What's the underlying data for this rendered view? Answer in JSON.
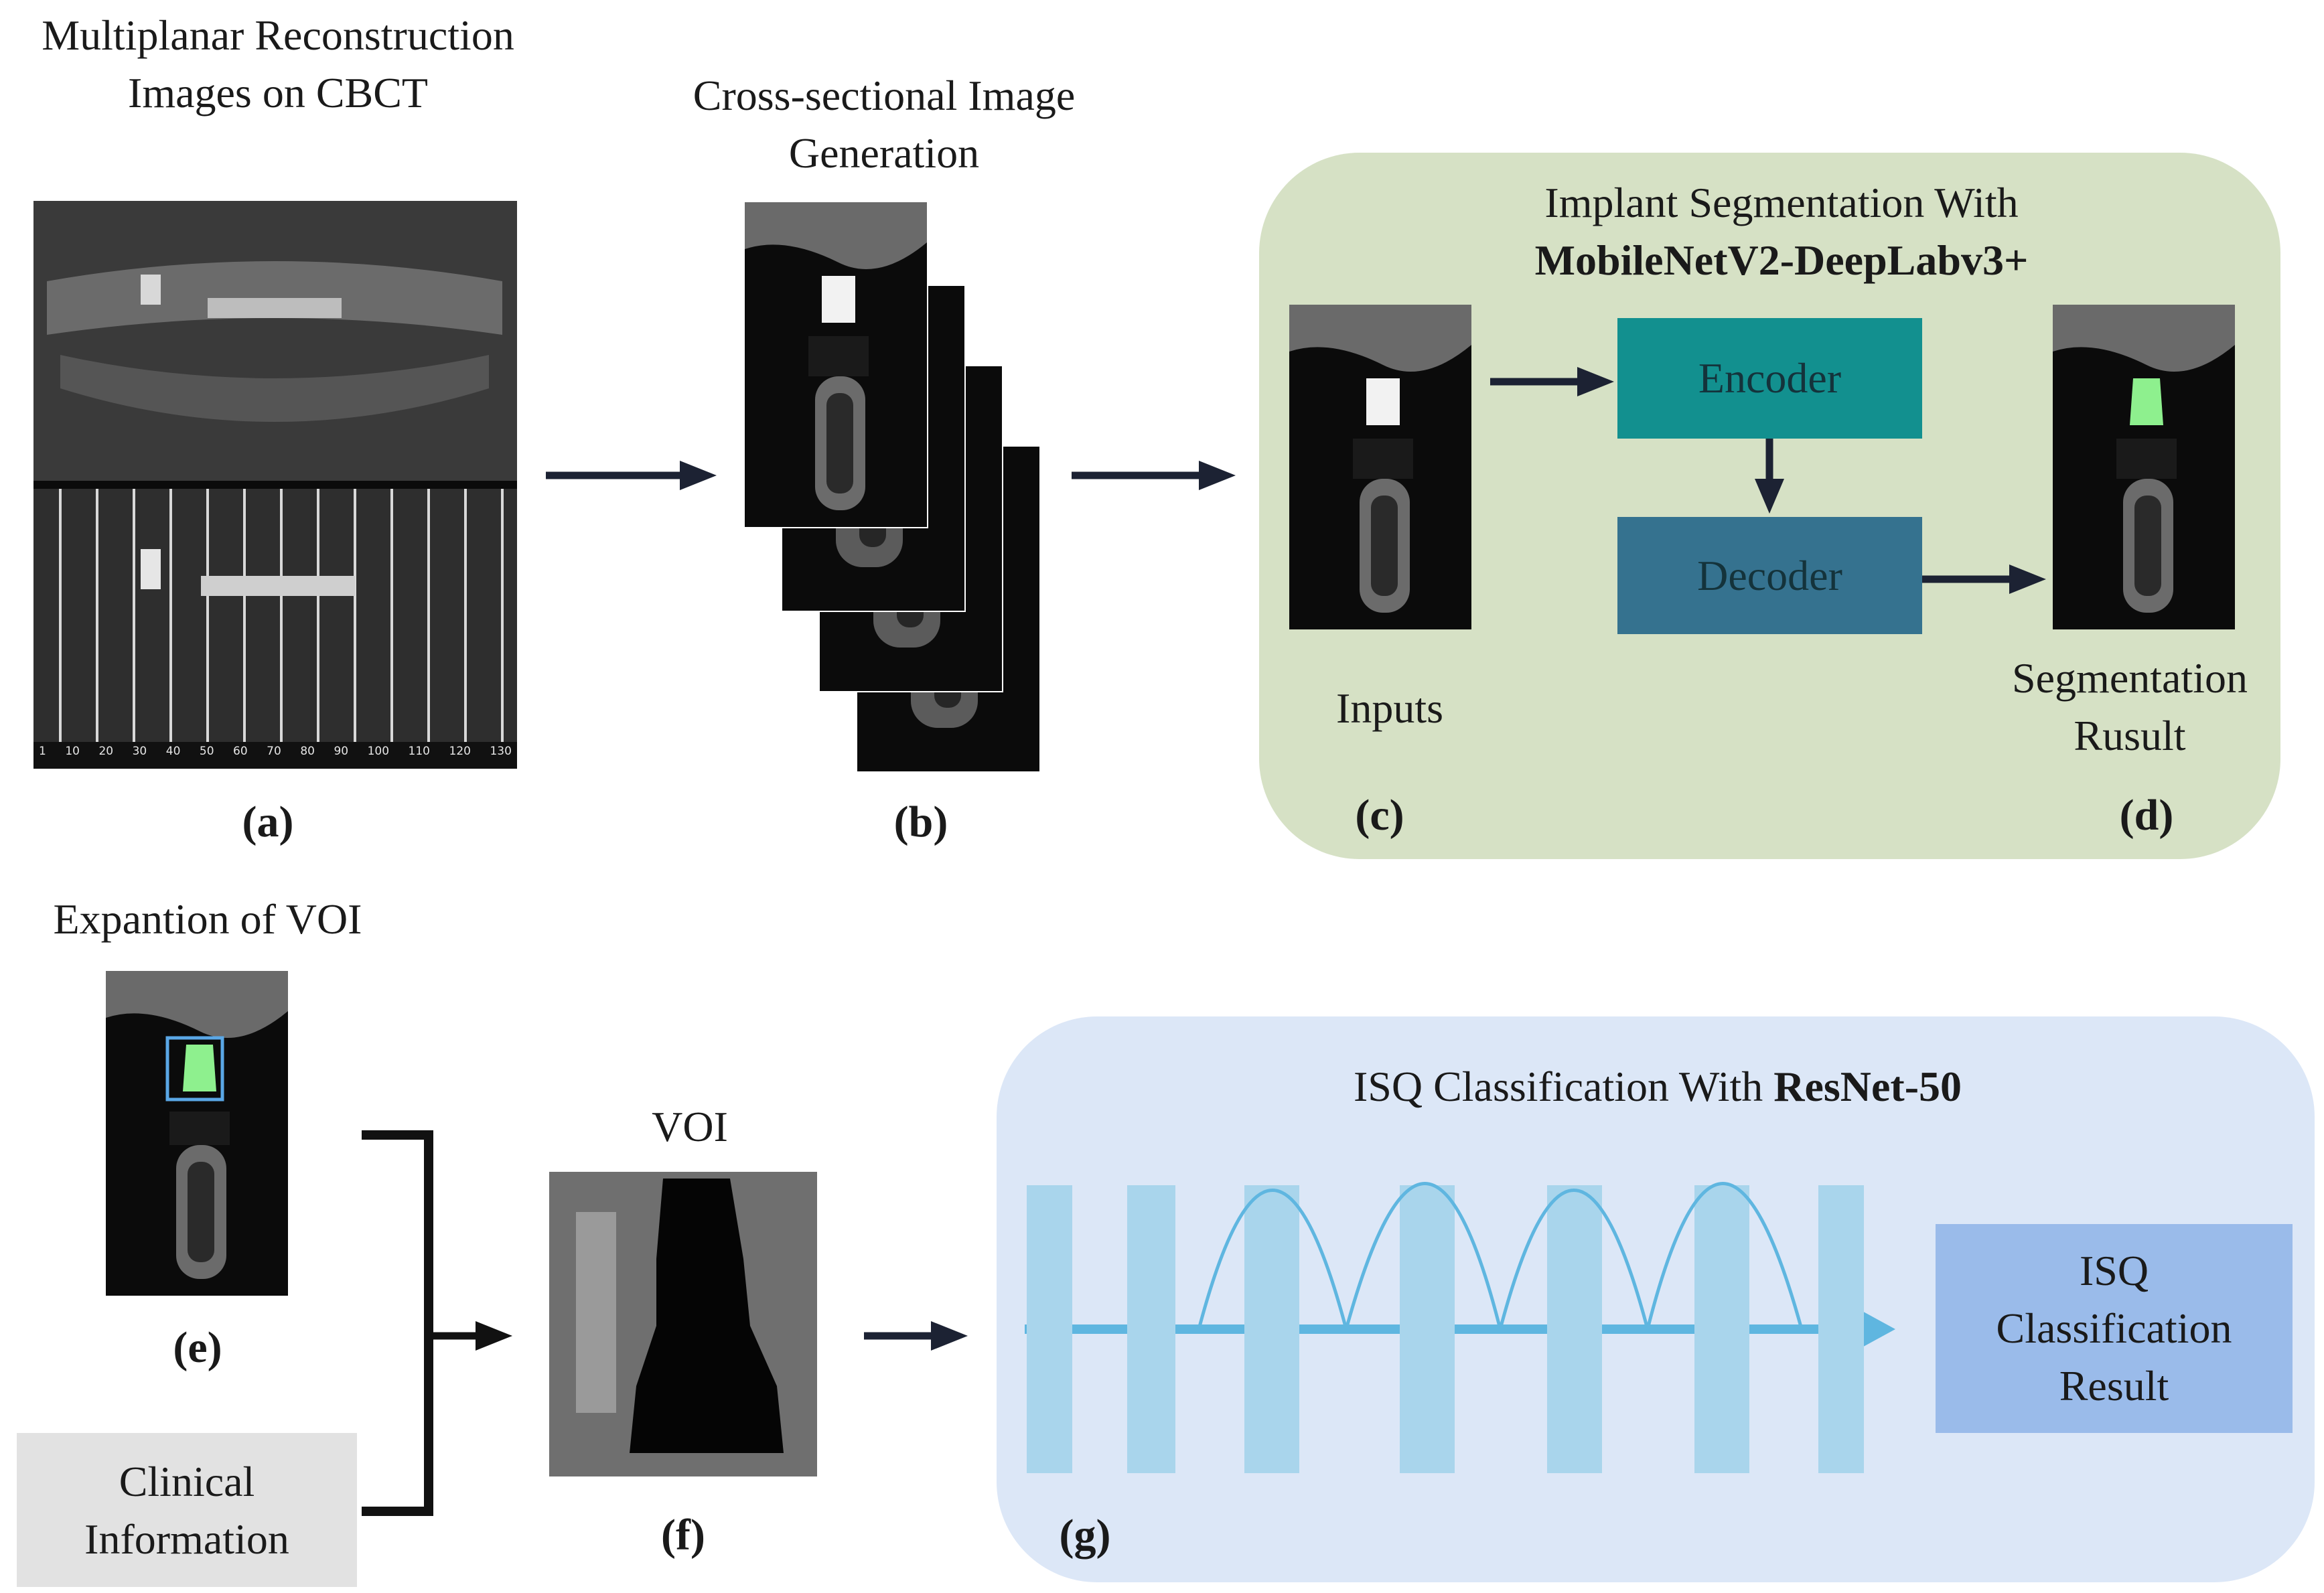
{
  "stages": {
    "a": {
      "title": "Multiplanar Reconstruction Images on CBCT",
      "label": "(a)",
      "ruler": [
        "1",
        "10",
        "20",
        "30",
        "40",
        "50",
        "60",
        "70",
        "80",
        "90",
        "100",
        "110",
        "120",
        "130"
      ]
    },
    "b": {
      "title": "Cross-sectional Image Generation",
      "label": "(b)"
    },
    "c": {
      "input_caption": "Inputs",
      "label": "(c)"
    },
    "d": {
      "result_caption": "Segmentation Rusult",
      "label": "(d)"
    },
    "e": {
      "title": "Expantion of  VOI",
      "label": "(e)"
    },
    "f": {
      "title": "VOI",
      "label": "(f)"
    },
    "g": {
      "label": "(g)"
    }
  },
  "segmentation_panel": {
    "title_line1": "Implant Segmentation With",
    "title_line2": "MobileNetV2-DeepLabv3+",
    "encoder": "Encoder",
    "decoder": "Decoder",
    "color": "#d6e1c5"
  },
  "classification_panel": {
    "title_prefix": "ISQ Classification With ",
    "title_bold": "ResNet-50",
    "result": "ISQ Classification Result",
    "color": "#dce7f7"
  },
  "clinical_info": "Clinical Information",
  "colors": {
    "arrow": "#1c2233",
    "encoder": "#12908f",
    "decoder": "#35728f",
    "layer": "#a9d5ec",
    "result_box": "#9abbea",
    "mask": "#8ef08e"
  }
}
